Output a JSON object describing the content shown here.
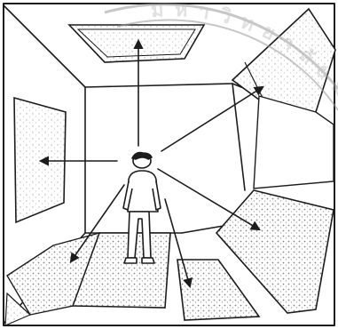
{
  "image": {
    "kind": "hand-drawn line sketch",
    "subject": "person standing in a room, surrounded by tilted panels reflecting on walls, floor and ceiling",
    "colors": {
      "ink": "#1c1c1c",
      "paper": "#ffffff",
      "panel_shading": "#bdbdbd",
      "watermark": "#9a9a9a"
    }
  },
  "watermark": {
    "text": "ม ห า วิ ท ย า ลั ย ม ห า ส า ร ค า ม"
  },
  "arrows": [
    {
      "name": "arrow-up-ceiling",
      "direction": "up"
    },
    {
      "name": "arrow-upper-right",
      "direction": "upper-right"
    },
    {
      "name": "arrow-left-wall",
      "direction": "left"
    },
    {
      "name": "arrow-lower-left",
      "direction": "lower-left"
    },
    {
      "name": "arrow-down-floor",
      "direction": "down"
    },
    {
      "name": "arrow-lower-right",
      "direction": "lower-right"
    }
  ]
}
